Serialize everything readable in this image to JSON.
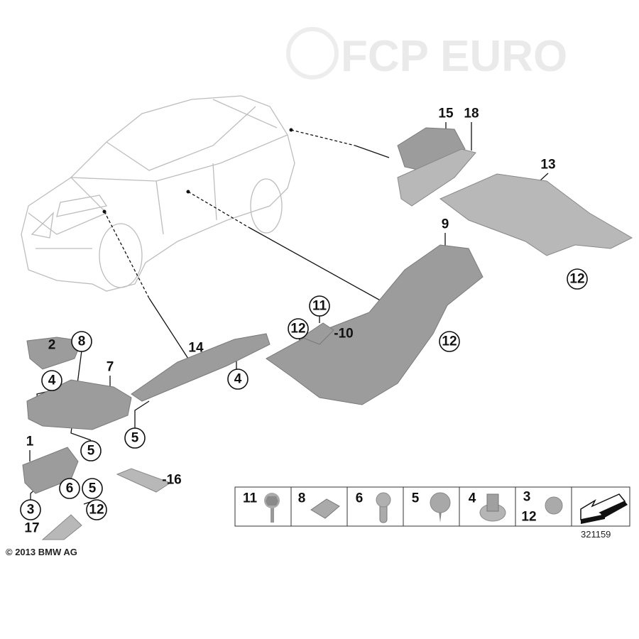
{
  "diagram": {
    "reference_number": "321159",
    "copyright": "© 2013 BMW AG",
    "watermark": "FCP EURO",
    "callouts": [
      {
        "label": "15",
        "circled": false
      },
      {
        "label": "18",
        "circled": false
      },
      {
        "label": "13",
        "circled": false
      },
      {
        "label": "9",
        "circled": false
      },
      {
        "label": "12",
        "circled": true
      },
      {
        "label": "11",
        "circled": true
      },
      {
        "label": "12",
        "circled": true
      },
      {
        "label": "-10",
        "circled": false
      },
      {
        "label": "12",
        "circled": true
      },
      {
        "label": "14",
        "circled": false
      },
      {
        "label": "4",
        "circled": true
      },
      {
        "label": "2",
        "circled": false
      },
      {
        "label": "8",
        "circled": true
      },
      {
        "label": "7",
        "circled": false
      },
      {
        "label": "4",
        "circled": true
      },
      {
        "label": "5",
        "circled": true
      },
      {
        "label": "1",
        "circled": false
      },
      {
        "label": "5",
        "circled": true
      },
      {
        "label": "6",
        "circled": true
      },
      {
        "label": "5",
        "circled": true
      },
      {
        "label": "-16",
        "circled": false
      },
      {
        "label": "3",
        "circled": true
      },
      {
        "label": "12",
        "circled": true
      },
      {
        "label": "17",
        "circled": false
      }
    ],
    "legend": [
      {
        "label": "11",
        "part": "bolt-icon"
      },
      {
        "label": "8",
        "part": "clip-nut-icon"
      },
      {
        "label": "6",
        "part": "expanding-rivet-icon"
      },
      {
        "label": "5",
        "part": "screw-icon"
      },
      {
        "label": "4",
        "part": "hex-nut-icon"
      },
      {
        "label": "3",
        "label2": "12",
        "part": "speed-nut-icon"
      },
      {
        "label": "",
        "part": "direction-arrow-icon"
      }
    ]
  }
}
